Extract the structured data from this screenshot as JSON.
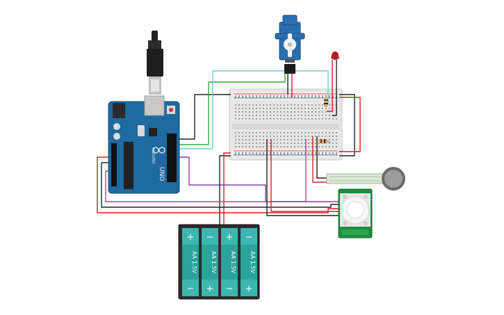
{
  "arduino": {
    "brand": "ARDUINO",
    "model": "UNO",
    "board_color": "#1f6aa0"
  },
  "battery_pack": {
    "cells": [
      {
        "label": "AA 1.5V",
        "top_sign": "+",
        "bottom_sign": "−"
      },
      {
        "label": "AA 1.5V",
        "top_sign": "−",
        "bottom_sign": "+"
      },
      {
        "label": "AA 1.5V",
        "top_sign": "+",
        "bottom_sign": "−"
      },
      {
        "label": "AA 1.5V",
        "top_sign": "−",
        "bottom_sign": "+"
      }
    ],
    "cell_color": "#2aa39b"
  },
  "components": {
    "servo": "servo-motor",
    "led": "red-led",
    "pir": "pir-motion-sensor",
    "fsr": "force-sensitive-resistor",
    "breadboard": "breadboard",
    "usb": "usb-plug"
  },
  "wire_colors": {
    "black": "#222222",
    "red": "#d62020",
    "green": "#2ea83a",
    "cyan": "#6cc8d6",
    "purple": "#8a3fa0",
    "magenta": "#c23c8c"
  }
}
